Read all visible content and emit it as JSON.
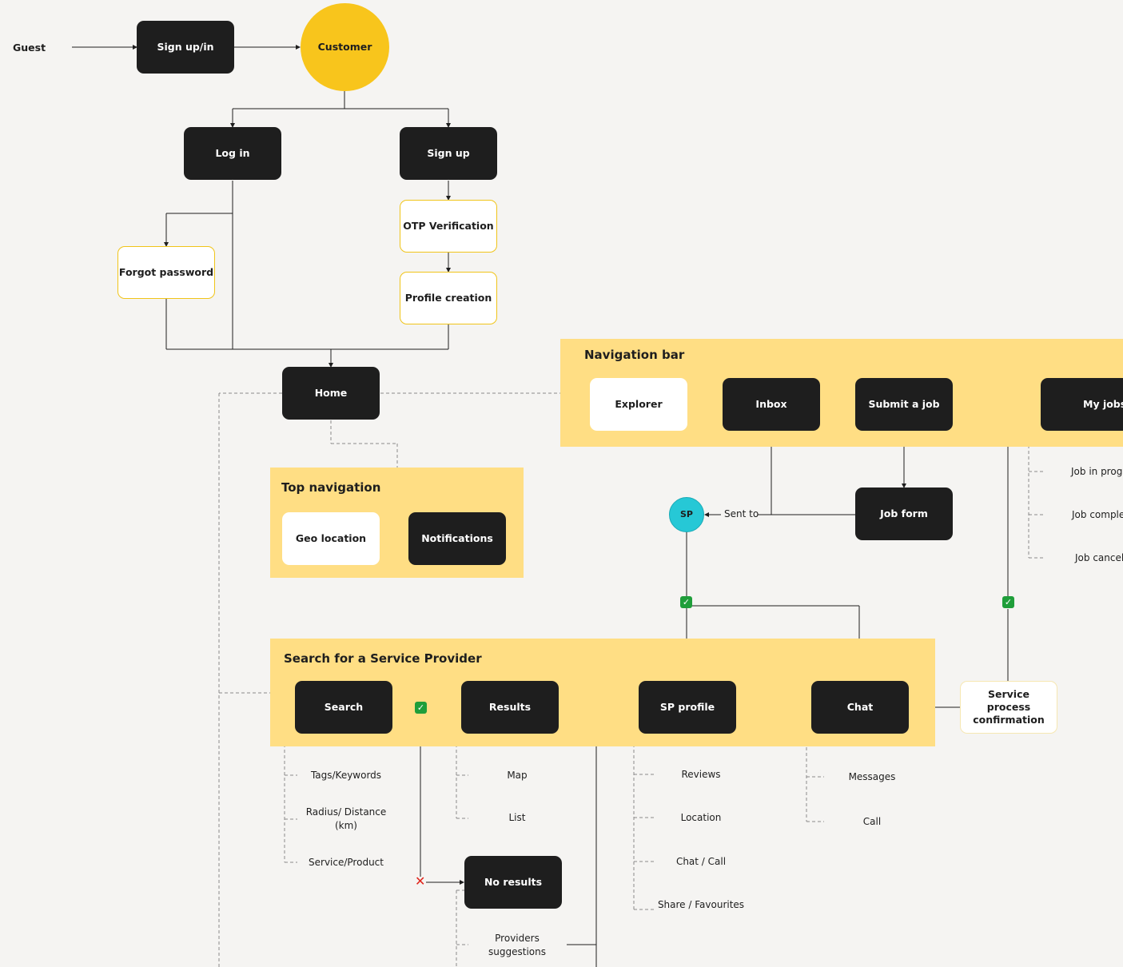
{
  "colors": {
    "background": "#f5f4f2",
    "group_fill": "#ffde84",
    "dark_node": "#1e1e1e",
    "customer_circle": "#f8c51c",
    "sp_circle": "#26c8d6",
    "check_badge": "#1f9e3a",
    "cross_mark": "#e0241b"
  },
  "nodes": {
    "guest": "Guest",
    "signup_in": "Sign up/in",
    "customer": "Customer",
    "login": "Log in",
    "signup": "Sign up",
    "otp": "OTP Verification",
    "profile_creation": "Profile creation",
    "forgot_password": "Forgot password",
    "home": "Home"
  },
  "navigation_bar": {
    "title": "Navigation bar",
    "explorer": "Explorer",
    "inbox": "Inbox",
    "submit_job": "Submit a job",
    "my_jobs": "My jobs"
  },
  "top_navigation": {
    "title": "Top navigation",
    "geo_location": "Geo location",
    "notifications": "Notifications"
  },
  "job_flow": {
    "job_form": "Job form",
    "sp": "SP",
    "sent_to": "Sent to",
    "service_confirmation": "Service process confirmation"
  },
  "my_jobs_items": [
    "Job in progr",
    "Job comple",
    "Job cancell"
  ],
  "search_group": {
    "title": "Search for a Service Provider",
    "search": "Search",
    "results": "Results",
    "sp_profile": "SP profile",
    "chat": "Chat",
    "no_results": "No results"
  },
  "search_filters": [
    "Tags/Keywords",
    "Radius/ Distance (km)",
    "Service/Product"
  ],
  "results_views": [
    "Map",
    "List"
  ],
  "no_results_items": [
    "Providers suggestions"
  ],
  "sp_profile_items": [
    "Reviews",
    "Location",
    "Chat / Call",
    "Share / Favourites"
  ],
  "chat_items": [
    "Messages",
    "Call"
  ]
}
